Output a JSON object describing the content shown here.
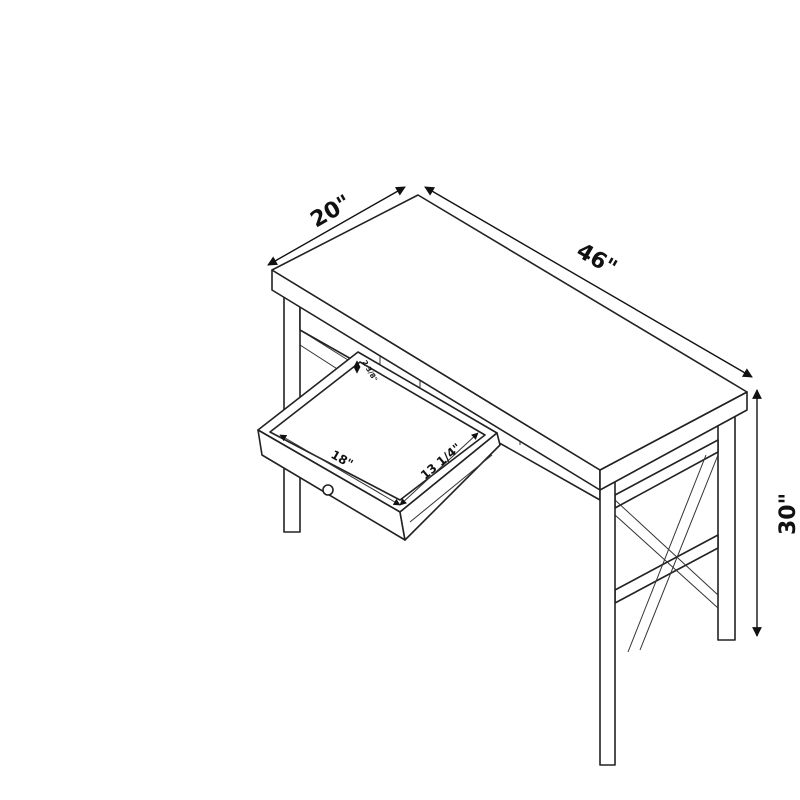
{
  "diagram": {
    "subject": "desk",
    "dimensions": {
      "depth": "20\"",
      "width": "46\"",
      "height": "30\"",
      "drawer_width": "18\"",
      "drawer_depth": "13 1/4\"",
      "drawer_height": "2 3/8\""
    },
    "line_color": "#222222",
    "background": "#ffffff"
  }
}
